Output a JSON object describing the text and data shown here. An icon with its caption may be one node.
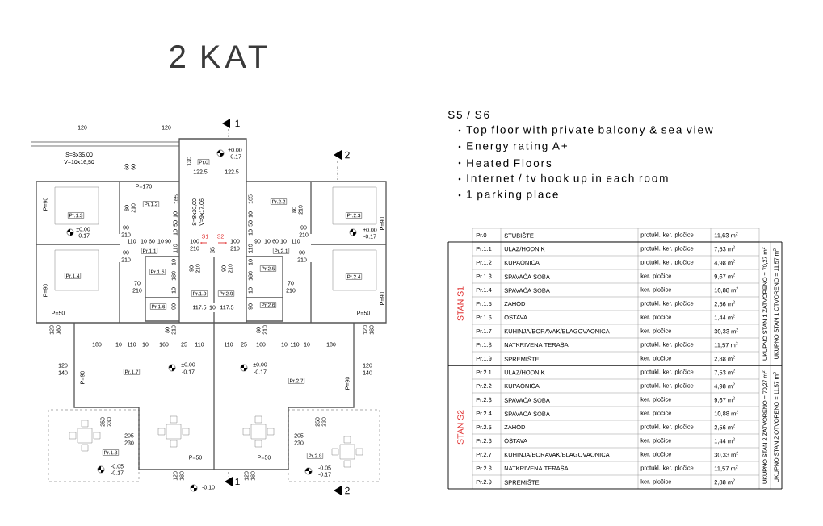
{
  "diagram": {
    "title": "2 KAT",
    "nodes": [
      {
        "text": [
          "Pr.0"
        ]
      },
      {
        "text": [
          "Pr.1.1"
        ]
      },
      {
        "text": [
          "Pr.1.2"
        ]
      },
      {
        "text": [
          "Pr.1.3"
        ]
      },
      {
        "text": [
          "Pr.1.4"
        ]
      },
      {
        "text": [
          "Pr.1.5"
        ]
      },
      {
        "text": [
          "Pr.1.6"
        ]
      },
      {
        "text": [
          "Pr.1.7"
        ]
      },
      {
        "text": [
          "Pr.1.8"
        ]
      },
      {
        "text": [
          "Pr.1.9"
        ]
      },
      {
        "text": [
          "Pr.2.1"
        ]
      },
      {
        "text": [
          "Pr.2.2"
        ]
      },
      {
        "text": [
          "Pr.2.3"
        ]
      },
      {
        "text": [
          "Pr.2.4"
        ]
      },
      {
        "text": [
          "Pr.2.5"
        ]
      },
      {
        "text": [
          "Pr.2.6"
        ]
      },
      {
        "text": [
          "Pr.2.7"
        ]
      },
      {
        "text": [
          "Pr.2.8"
        ]
      },
      {
        "text": [
          "Pr.2.9"
        ]
      }
    ],
    "labels": [
      "S5 / S6",
      "Top floor with private balcony & sea view",
      "Energy rating A+",
      "Heated Floors",
      "Internet / tv hook up in each room",
      "1 parking place",
      "1",
      "120",
      "120",
      "±0.00",
      "S=8x35,00",
      "-0.17",
      "2",
      "V=10x16,50",
      "130",
      "60",
      "60",
      "122.5",
      "122.5",
      "P=170",
      "165",
      "165",
      "P=90",
      "80",
      "210",
      "S=8x30,00",
      "V=9x17,06",
      "80",
      "210",
      "10",
      "10",
      "50",
      "50",
      "P=90",
      "±0.00",
      "-0.17",
      "90",
      "210",
      "10",
      "S1",
      "S2",
      "10",
      "90",
      "210",
      "±0.00",
      "-0.17",
      "110",
      "10",
      "60",
      "10",
      "90",
      "100",
      "100",
      "90",
      "10",
      "60",
      "10",
      "110",
      "110",
      "210",
      "35",
      "210",
      "110",
      "90",
      "210",
      "10",
      "10",
      "90",
      "210",
      "90",
      "210",
      "90",
      "210",
      "180",
      "180",
      "70",
      "70",
      "P=90",
      "210",
      "10",
      "10",
      "210",
      "P=90",
      "90",
      "117.5",
      "10",
      "117.5",
      "90",
      "P=50",
      "P=50",
      "120",
      "180",
      "80",
      "210",
      "80",
      "210",
      "120",
      "180",
      "180",
      "10",
      "110",
      "10",
      "160",
      "25",
      "110",
      "110",
      "25",
      "160",
      "10",
      "110",
      "10",
      "180",
      "120",
      "±0.00",
      "±0.00",
      "120",
      "140",
      "-0.17",
      "-0.17",
      "140",
      "P=90",
      "P=90",
      "250",
      "230",
      "250",
      "230",
      "205",
      "205",
      "230",
      "230",
      "P=50",
      "P=50",
      "-0.05",
      "-0.05",
      "-0.17",
      "-0.17",
      "120",
      "180",
      "120",
      "180",
      "1",
      "-0.10",
      "2",
      "Pr.0",
      "STUBIŠTE",
      "protukl. ker. pločice",
      "11,63 m$^{2}$",
      "STAN S1",
      "Pr.1.1",
      "ULAZ/HODNIK",
      "protukl. ker. pločice",
      "7,53 m$^{2}$",
      "Pr.1.2",
      "KUPAONICA",
      "protukl. ker. pločice",
      "4,98 m$^{2}$",
      "Pr.1.3",
      "SPAVAĆA SOBA",
      "ker. pločice",
      "9,67 m$^{2}$",
      "Pr.1.4",
      "SPAVAĆA SOBA",
      "ker. pločice",
      "10,88 m$^{2}$",
      "Pr.1.5",
      "ZAHOD",
      "protukl. ker. pločice",
      "2,56 m$^{2}$",
      "Pr.1.6",
      "OSTAVA",
      "ker. pločice",
      "1,44 m$^{2}$",
      "Pr.1.7",
      "KUHINJA/BORAVAK/BLAGOVAONICA",
      "ker. pločice",
      "30,33 m$^{2}$",
      "Pr.1.8",
      "NATKRIVENA TERASA",
      "protukl. ker. pločice",
      "11,57 m$^{2}$",
      "Pr.1.9",
      "SPREMIŠTE",
      "ker. pločice",
      "2,88 m$^{2}$",
      "UKUPNO STAN 1 ZATVORENO = 70,27 m$^{2}$",
      "UKUPNO STAN 1 OTVORENO = 11,57 m$^{2}$",
      "STAN S2",
      "Pr.2.1",
      "ULAZ/HODNIK",
      "protukl. ker. pločice",
      "7,53 m$^{2}$",
      "Pr.2.2",
      "KUPAONICA",
      "protukl. ker. pločice",
      "4,98 m$^{2}$",
      "Pr.2.3",
      "SPAVAĆA SOBA",
      "ker. pločice",
      "9,67 m$^{2}$",
      "Pr.2.4",
      "SPAVAĆA SOBA",
      "ker. pločice",
      "10,88 m$^{2}$",
      "Pr.2.5",
      "ZAHOD",
      "protukl. ker. pločice",
      "2,56 m$^{2}$",
      "Pr.2.6",
      "OSTAVA",
      "ker. pločice",
      "1,44 m$^{2}$",
      "Pr.2.7",
      "KUHINJA/BORAVAK/BLAGOVAONICA",
      "ker. pločice",
      "30,33 m$^{2}$",
      "Pr.2.8",
      "NATKRIVENA TERASA",
      "protukl. ker. pločice",
      "11,57 m$^{2}$",
      "Pr.2.9",
      "SPREMIŠTE",
      "ker. pločice",
      "2,88 m$^{2}$",
      "UKUPNO STAN 2 ZATVORENO = 70,27 m$^{2}$",
      "UKUPNO STAN 2 OTVORENO = 11,57 m$^{2}$"
    ]
  }
}
